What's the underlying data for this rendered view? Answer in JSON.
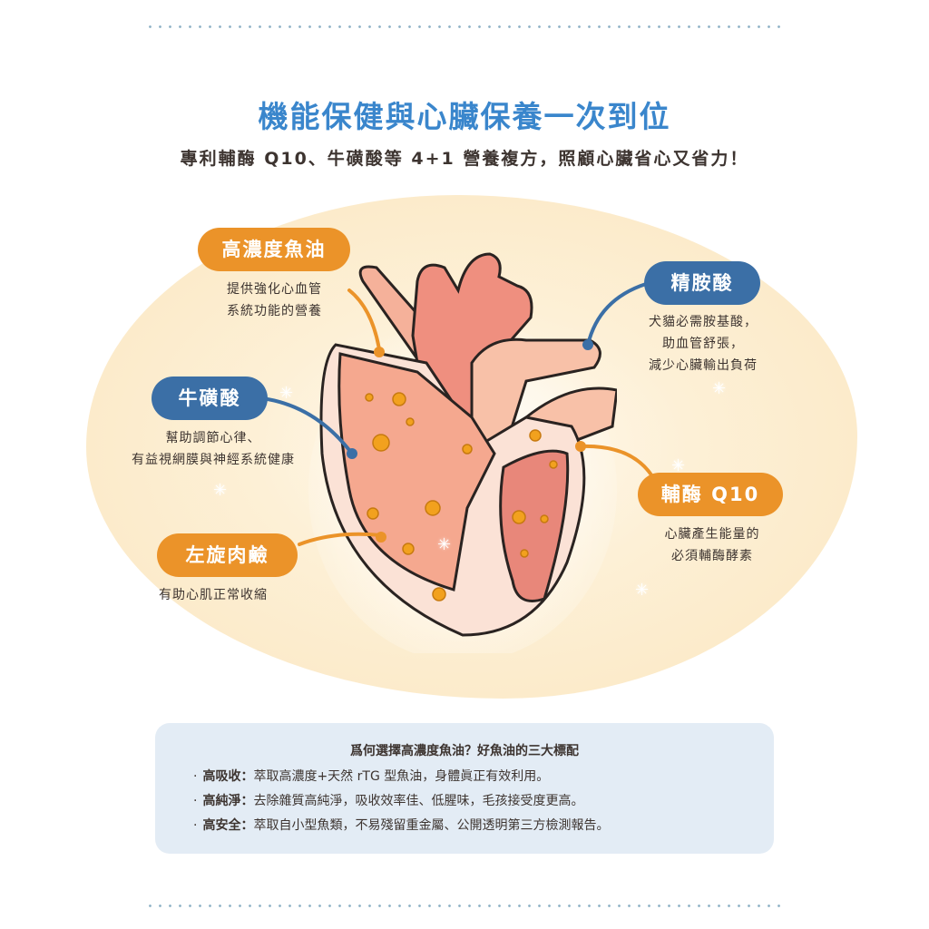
{
  "header": {
    "title": "機能保健與心臟保養一次到位",
    "subtitle": "專利輔酶 Q10、牛磺酸等 4+1 營養複方，照顧心臟省心又省力！"
  },
  "diagram": {
    "center_icon": "heart-anatomy-illustration",
    "callouts": [
      {
        "label": "高濃度魚油",
        "desc_lines": [
          "提供強化心血管",
          "系統功能的營養"
        ],
        "color": "#eb9329"
      },
      {
        "label": "牛磺酸",
        "desc_lines": [
          "幫助調節心律、",
          "有益視網膜與神經系統健康"
        ],
        "color": "#3b6fa6"
      },
      {
        "label": "左旋肉鹼",
        "desc_lines": [
          "有助心肌正常收縮"
        ],
        "color": "#eb9329"
      },
      {
        "label": "精胺酸",
        "desc_lines": [
          "犬貓必需胺基酸，",
          "助血管舒張，",
          "減少心臟輸出負荷"
        ],
        "color": "#3b6fa6"
      },
      {
        "label": "輔酶 Q10",
        "desc_lines": [
          "心臟產生能量的",
          "必須輔酶酵素"
        ],
        "color": "#eb9329"
      }
    ]
  },
  "infobox": {
    "title": "爲何選擇高濃度魚油？好魚油的三大標配",
    "bullet": "·",
    "items": [
      {
        "term": "高吸收：",
        "text": "萃取高濃度+天然 rTG 型魚油，身體眞正有效利用。"
      },
      {
        "term": "高純淨：",
        "text": "去除雜質高純淨，吸收效率佳、低腥味，毛孩接受度更高。"
      },
      {
        "term": "高安全：",
        "text": "萃取自小型魚類，不易殘留重金屬、公開透明第三方檢測報告。"
      }
    ]
  },
  "colors": {
    "title_blue": "#3a86cc",
    "orange": "#eb9329",
    "blue": "#3b6fa6",
    "infobox_bg": "#e3ecf5",
    "blob_bg": "#fbe6c0"
  }
}
